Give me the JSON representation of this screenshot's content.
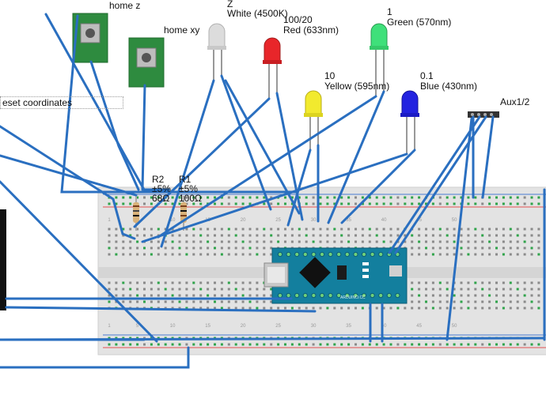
{
  "labels": {
    "home_z": "home z",
    "home_xy": "home xy",
    "led_white_name": "Z",
    "led_white_color": "White (4500K)",
    "led_red_name": "100/20",
    "led_red_color": "Red (633nm)",
    "led_green_name": "1",
    "led_green_color": "Green (570nm)",
    "led_yellow_name": "10",
    "led_yellow_color": "Yellow (595nm)",
    "led_blue_name": "0.1",
    "led_blue_color": "Blue (430nm)",
    "aux": "Aux1/2",
    "reset": "eset coordinates",
    "r2_name": "R2",
    "r2_tol": "±5%",
    "r2_val": "68Ω",
    "r1_name": "R1",
    "r1_tol": "±5%",
    "r1_val": "100Ω",
    "board_name": "ARDUINO.CC"
  },
  "breadboard_numbers": [
    "1",
    "5",
    "10",
    "15",
    "20",
    "25",
    "30",
    "35",
    "40",
    "45",
    "50"
  ],
  "colors": {
    "wire": "#2a6fc0",
    "breadboard": "#e3e3e3",
    "rail_red": "#e35050",
    "rail_blue": "#4a7bd0",
    "hole_green": "#2fa34a",
    "arduino": "#137f9e",
    "pcb_green": "#2e8b3f",
    "led_white": "#dcdcdc",
    "led_red": "#e8262a",
    "led_green": "#3fe07a",
    "led_yellow": "#f2ea2e",
    "led_blue": "#2323e0"
  }
}
